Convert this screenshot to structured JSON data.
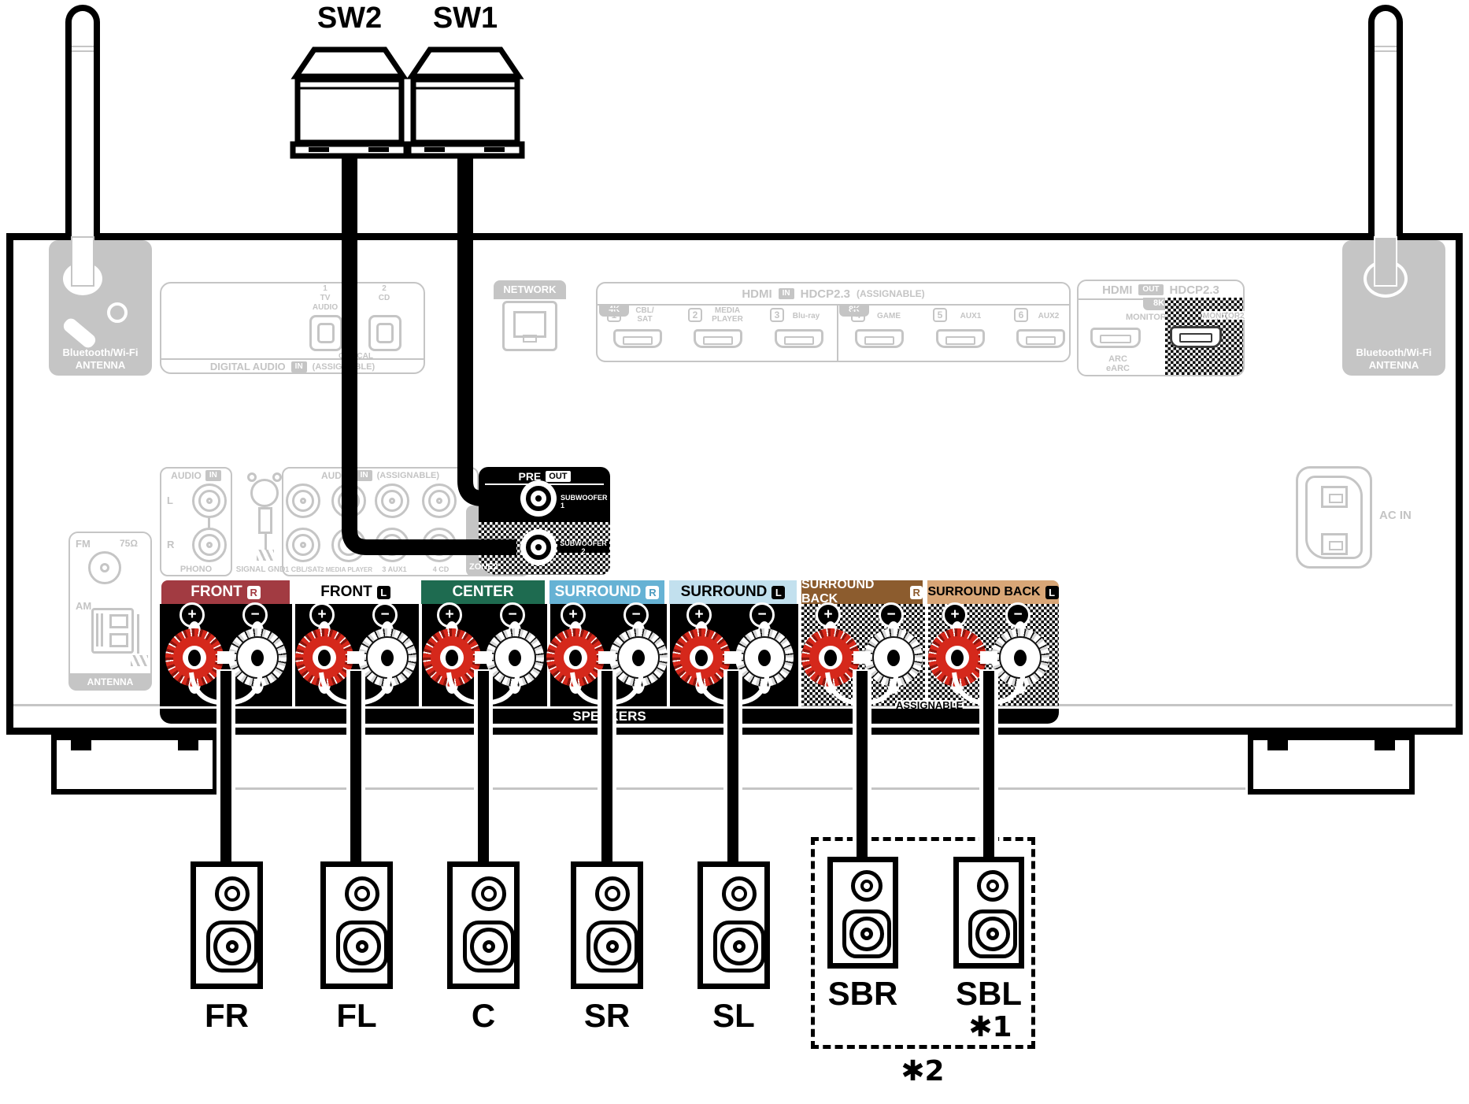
{
  "sw": {
    "sw2": "SW2",
    "sw1": "SW1"
  },
  "antenna_left": {
    "label": "Bluetooth/Wi-Fi\nANTENNA"
  },
  "antenna_right": {
    "label": "Bluetooth/Wi-Fi\nANTENNA"
  },
  "digital_audio": {
    "title": "DIGITAL AUDIO",
    "in_badge": "IN",
    "assignable": "(ASSIGNABLE)",
    "port1_label": "1\nTV\nAUDIO",
    "port2_label": "2\nCD",
    "optical": "OPTICAL"
  },
  "network_label": "NETWORK",
  "hdmi_in": {
    "hdmi": "HDMI",
    "in_badge": "IN",
    "hdcp": "HDCP2.3",
    "assignable": "(ASSIGNABLE)",
    "k4": "4K",
    "k8": "8K",
    "inputs": [
      {
        "num": "1",
        "label": "CBL/\nSAT"
      },
      {
        "num": "2",
        "label": "MEDIA\nPLAYER"
      },
      {
        "num": "3",
        "label": "Blu-ray"
      },
      {
        "num": "4",
        "label": "GAME"
      },
      {
        "num": "5",
        "label": "AUX1"
      },
      {
        "num": "6",
        "label": "AUX2"
      }
    ]
  },
  "hdmi_out": {
    "hdmi": "HDMI",
    "out_badge": "OUT",
    "hdcp": "HDCP2.3",
    "k8": "8K",
    "monitor1": "MONITOR1",
    "monitor2": "MONITOR2",
    "arc": "ARC\neARC"
  },
  "phono": {
    "audio": "AUDIO",
    "in_badge": "IN",
    "l": "L",
    "r": "R",
    "phono": "PHONO",
    "signal_gnd": "SIGNAL GND"
  },
  "analog_in": {
    "audio": "AUDIO",
    "in_badge": "IN",
    "assignable": "(ASSIGNABLE)",
    "labels": [
      "1 CBL/SAT",
      "2 MEDIA PLAYER",
      "3 AUX1",
      "4 CD"
    ]
  },
  "zone2": "ZONE2",
  "tuner": {
    "fm": "FM",
    "ohm": "75Ω",
    "am": "AM",
    "antenna": "ANTENNA"
  },
  "ac_in": "AC IN",
  "pre_out": {
    "pre": "PRE",
    "out_badge": "OUT",
    "sub1": "SUBWOOFER 1",
    "sub2": "SUBWOOFER 2"
  },
  "speaker_strip": {
    "speakers_label": "SPEAKERS",
    "assignable_label": "ASSIGNABLE",
    "plus": "+",
    "minus": "−",
    "channels": [
      {
        "name": "FRONT",
        "side": "R"
      },
      {
        "name": "FRONT",
        "side": "L"
      },
      {
        "name": "CENTER",
        "side": ""
      },
      {
        "name": "SURROUND",
        "side": "R"
      },
      {
        "name": "SURROUND",
        "side": "L"
      },
      {
        "name": "SURROUND BACK",
        "side": "R"
      },
      {
        "name": "SURROUND BACK",
        "side": "L"
      }
    ]
  },
  "speakers": [
    {
      "label": "FR"
    },
    {
      "label": "FL"
    },
    {
      "label": "C"
    },
    {
      "label": "SR"
    },
    {
      "label": "SL"
    },
    {
      "label": "SBR"
    },
    {
      "label": "SBL"
    }
  ],
  "notes": {
    "star1": "✱1",
    "star2": "✱2"
  },
  "colors": {
    "front_r": "#a23b42",
    "center_green": "#1e6b50",
    "surround_r": "#66b2d4",
    "surround_l": "#c2e0ee",
    "surround_back_r": "#8c5c2e",
    "surround_back_l": "#d8a677",
    "terminal_red": "#d5281b",
    "panel_gray": "#c5c5c5",
    "black": "#000000"
  }
}
